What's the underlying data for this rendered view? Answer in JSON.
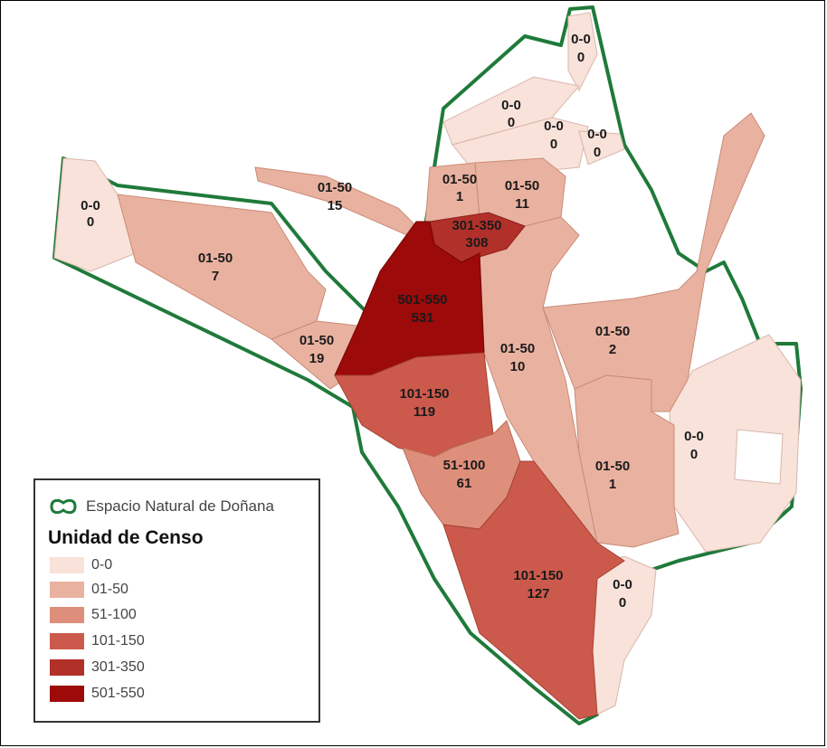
{
  "legend": {
    "boundary_label": "Espacio Natural de Doñana",
    "boundary_color": "#1f7a3a",
    "title": "Unidad de Censo",
    "classes": [
      {
        "label": "0-0",
        "color": "#f8e2da"
      },
      {
        "label": "01-50",
        "color": "#e9b2a0"
      },
      {
        "label": "51-100",
        "color": "#de8f7b"
      },
      {
        "label": "101-150",
        "color": "#cc5a4c"
      },
      {
        "label": "301-350",
        "color": "#b2302a"
      },
      {
        "label": "501-550",
        "color": "#9c0a0a"
      }
    ]
  },
  "zones": [
    {
      "range": "0-0",
      "count": "0"
    },
    {
      "range": "0-0",
      "count": "0"
    },
    {
      "range": "0-0",
      "count": "0"
    },
    {
      "range": "0-0",
      "count": "0"
    },
    {
      "range": "0-0",
      "count": "0"
    },
    {
      "range": "01-50",
      "count": "7"
    },
    {
      "range": "01-50",
      "count": "15"
    },
    {
      "range": "01-50",
      "count": "1"
    },
    {
      "range": "01-50",
      "count": "11"
    },
    {
      "range": "301-350",
      "count": "308"
    },
    {
      "range": "501-550",
      "count": "531"
    },
    {
      "range": "01-50",
      "count": "19"
    },
    {
      "range": "01-50",
      "count": "10"
    },
    {
      "range": "01-50",
      "count": "2"
    },
    {
      "range": "101-150",
      "count": "119"
    },
    {
      "range": "0-0",
      "count": "0"
    },
    {
      "range": "51-100",
      "count": "61"
    },
    {
      "range": "01-50",
      "count": "1"
    },
    {
      "range": "101-150",
      "count": "127"
    },
    {
      "range": "0-0",
      "count": "0"
    }
  ]
}
